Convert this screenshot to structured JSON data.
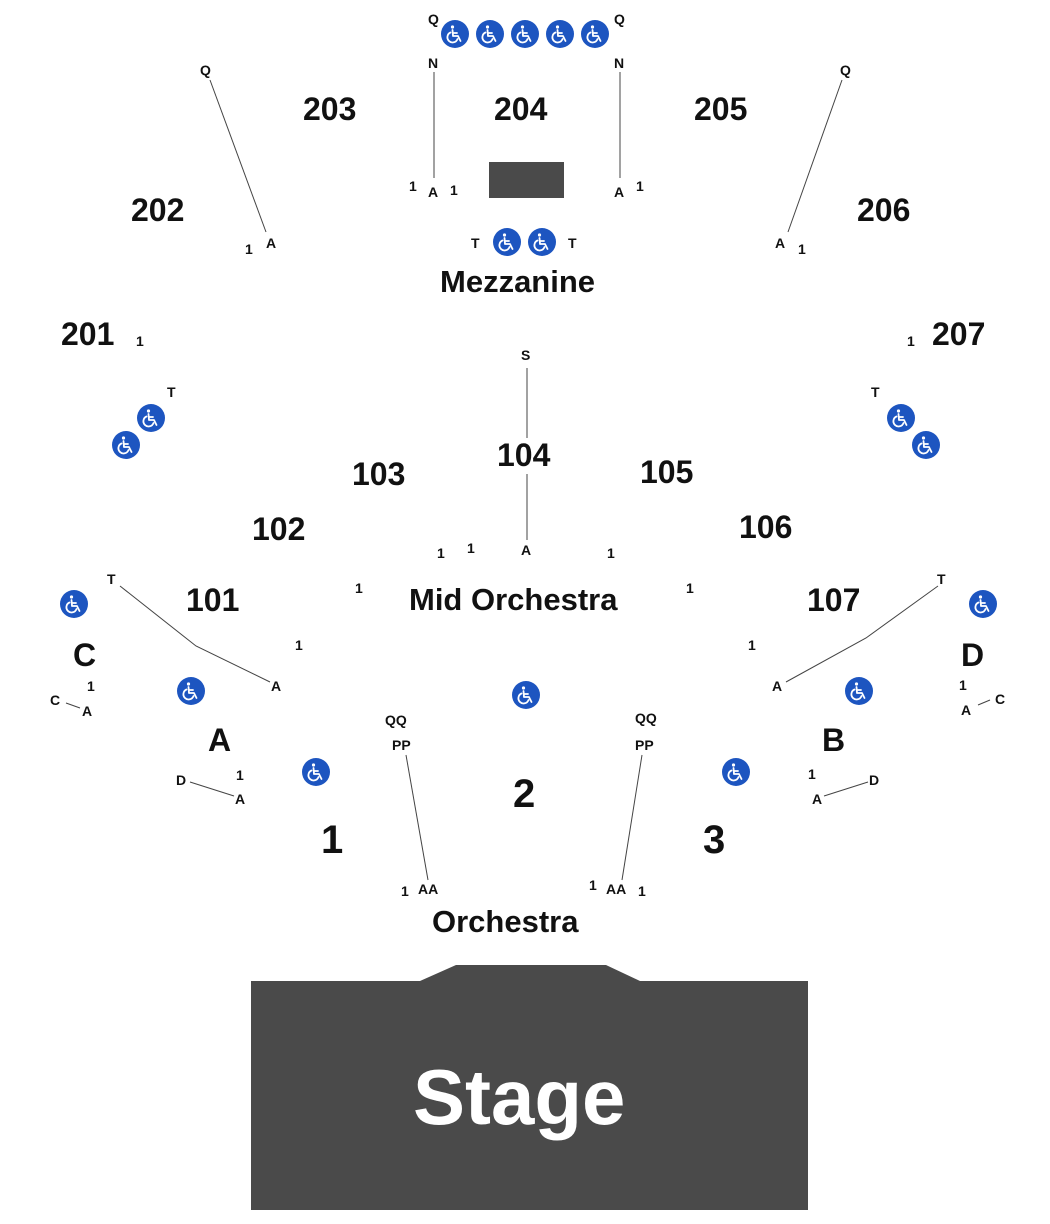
{
  "sections": {
    "s201": "201",
    "s202": "202",
    "s203": "203",
    "s204": "204",
    "s205": "205",
    "s206": "206",
    "s207": "207",
    "s101": "101",
    "s102": "102",
    "s103": "103",
    "s104": "104",
    "s105": "105",
    "s106": "106",
    "s107": "107",
    "s1": "1",
    "s2": "2",
    "s3": "3",
    "sA": "A",
    "sB": "B",
    "sC": "C",
    "sD": "D"
  },
  "areas": {
    "mezzanine": "Mezzanine",
    "mid_orchestra": "Mid Orchestra",
    "orchestra": "Orchestra",
    "stage": "Stage"
  },
  "rows": {
    "q": "Q",
    "n": "N",
    "a": "A",
    "t": "T",
    "s": "S",
    "one": "1",
    "c": "C",
    "d": "D",
    "qq": "QQ",
    "pp": "PP",
    "aa": "AA"
  },
  "icons": {
    "wheelchair": "wheelchair-icon"
  },
  "colors": {
    "wheelchair": "#1d55c0",
    "stage": "#4a4a4a",
    "text": "#111111"
  }
}
